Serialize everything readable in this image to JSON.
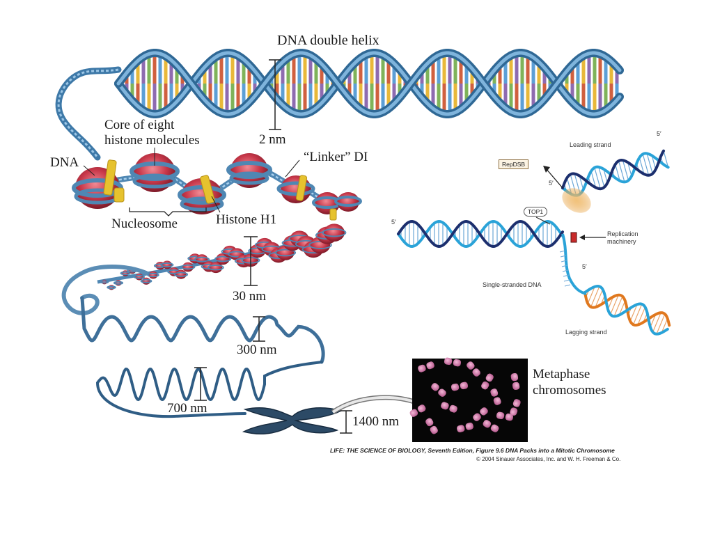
{
  "labels": {
    "dna_double_helix": "DNA double helix",
    "two_nm": "2 nm",
    "core_line1": "Core of eight",
    "core_line2": "histone molecules",
    "dna": "DNA",
    "linker": "“Linker” DI",
    "nucleosome": "Nucleosome",
    "histone_h1": "Histone H1",
    "thirty_nm": "30 nm",
    "three_hundred_nm": "300 nm",
    "seven_hundred_nm": "700 nm",
    "fourteen_hundred_nm": "1400 nm",
    "metaphase_line1": "Metaphase",
    "metaphase_line2": "chromosomes"
  },
  "replication": {
    "leading_strand": "Leading strand",
    "lagging_strand": "Lagging strand",
    "repdsb": "RepDSB",
    "top1": "TOP1",
    "replication_line1": "Replication",
    "replication_line2": "machinery",
    "single_stranded": "Single-stranded DNA",
    "five_prime": "5′"
  },
  "credit": {
    "line1": "LIFE: THE SCIENCE OF BIOLOGY, Seventh Edition, Figure 9.6 DNA Packs into a Mitotic Chromosome",
    "line2": "© 2004 Sinauer Associates, Inc. and W. H. Freeman & Co."
  },
  "colors": {
    "backbone": "#4f87b3",
    "histone": "#c8384a",
    "histone_h1": "#e6c22e",
    "chromosome": "#d27cab",
    "navy_strand": "#1c2f6e",
    "cyan_strand": "#2aa3d8",
    "orange_strand": "#e0781e",
    "base_colors": [
      "#e8b83a",
      "#8e6bb0",
      "#7fb35a",
      "#d0603f",
      "#5c9fd6"
    ]
  }
}
